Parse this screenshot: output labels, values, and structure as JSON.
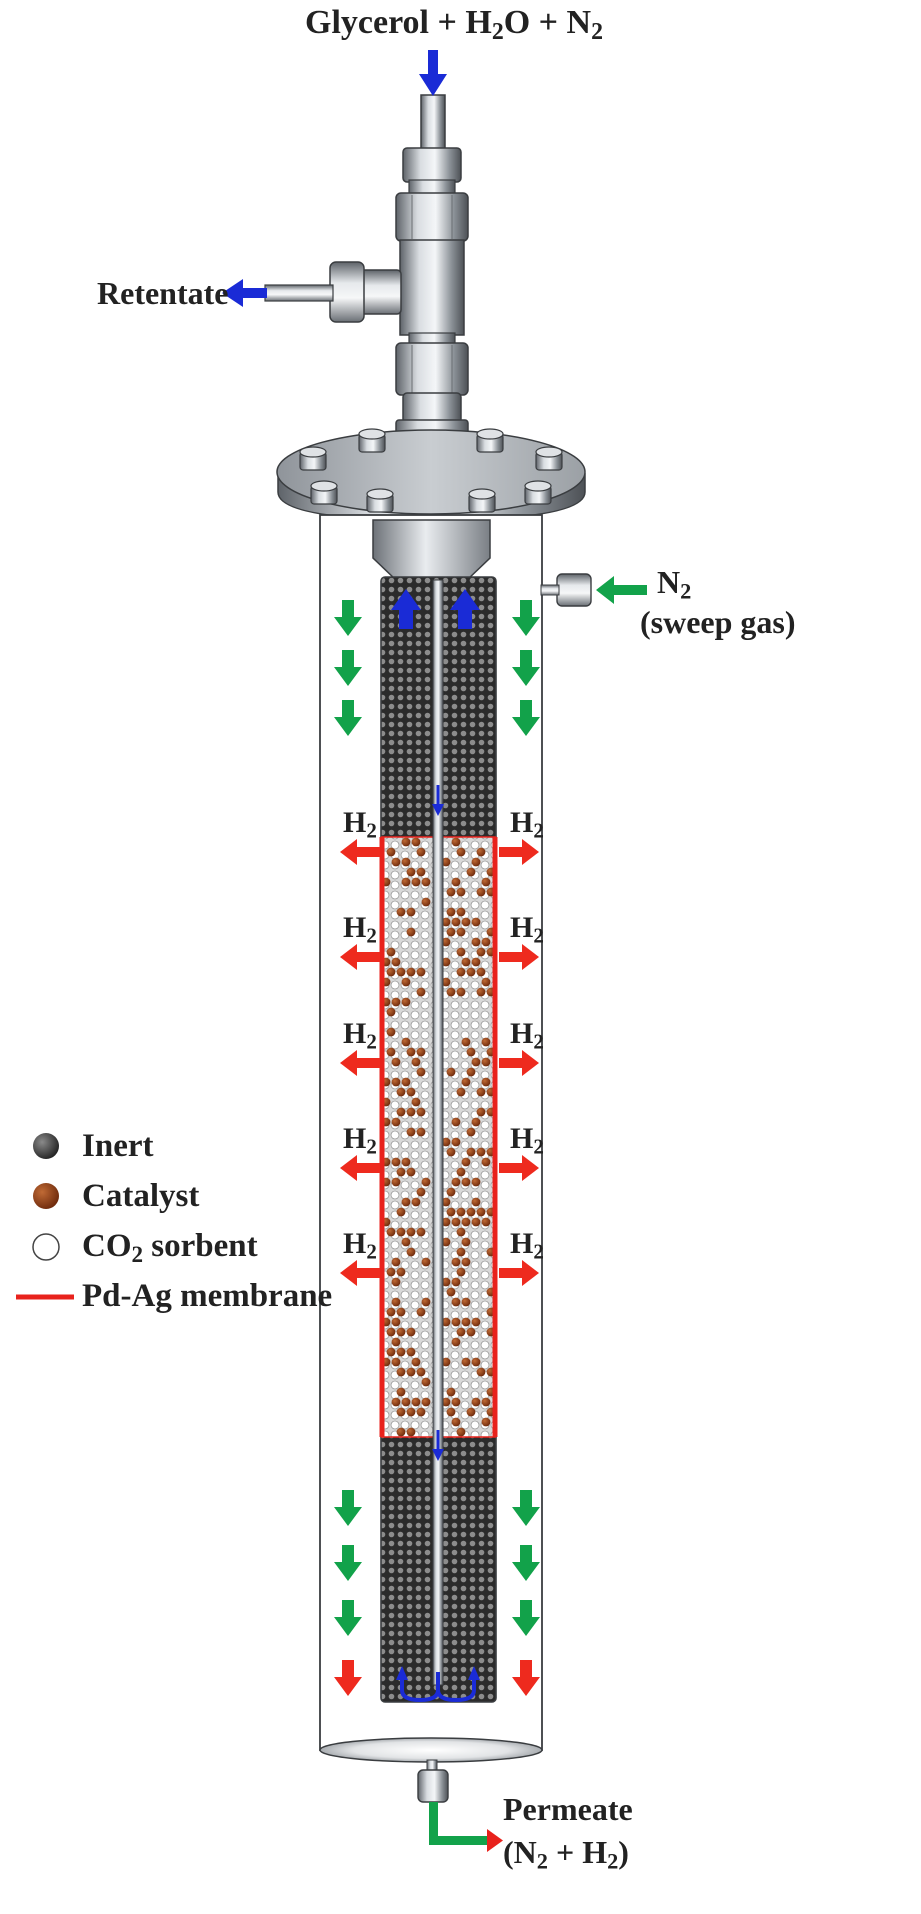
{
  "labels": {
    "feed": {
      "a": "Glycerol + H",
      "a_sub": "2",
      "b": "O + N",
      "b_sub": "2"
    },
    "retentate": "Retentate",
    "sweep": {
      "n": "N",
      "n_sub": "2",
      "line2": "(sweep gas)"
    },
    "permeate": {
      "line1": "Permeate",
      "l2a": "(N",
      "l2a_sub": "2",
      "l2b": " + H",
      "l2b_sub": "2",
      "l2c": ")"
    },
    "h2": {
      "h": "H",
      "sub": "2"
    }
  },
  "legend": [
    {
      "name": "inert",
      "label": "Inert",
      "label_sub": "",
      "label_rest": ""
    },
    {
      "name": "catalyst",
      "label": "Catalyst",
      "label_sub": "",
      "label_rest": ""
    },
    {
      "name": "co2-sorbent",
      "label": "CO",
      "label_sub": "2",
      "label_rest": " sorbent"
    },
    {
      "name": "pd-ag-membrane",
      "label": "Pd-Ag membrane",
      "label_sub": "",
      "label_rest": ""
    }
  ],
  "colors": {
    "inert": "#3d3d3d",
    "catalyst": "#8b3a14",
    "sorbent": "#ffffff",
    "membrane": "#e8221c",
    "feed_arrow": "#1a2bd6",
    "sweep_arrow": "#12a24a",
    "h2_arrow": "#ee2a1e",
    "steel": "#9aa0a6"
  },
  "icons": [
    "down-arrow-icon",
    "left-arrow-icon",
    "right-arrow-icon",
    "up-arrow-icon"
  ]
}
